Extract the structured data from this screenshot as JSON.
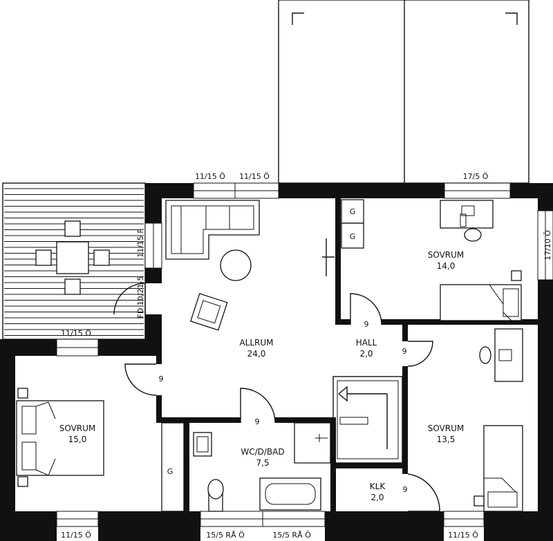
{
  "rooms": {
    "allrum": {
      "name": "ALLRUM",
      "area": "24,0"
    },
    "hall": {
      "name": "HALL",
      "area": "2,0"
    },
    "sovrum_ne": {
      "name": "SOVRUM",
      "area": "14,0"
    },
    "sovrum_w": {
      "name": "SOVRUM",
      "area": "15,0"
    },
    "sovrum_se": {
      "name": "SOVRUM",
      "area": "13,5"
    },
    "wc": {
      "name": "WC/D/BAD",
      "area": "7,5"
    },
    "klk": {
      "name": "KLK",
      "area": "2,0"
    }
  },
  "windows": {
    "top_left": "11/15 Ö",
    "top_center": "11/15 Ö",
    "top_right": "17/5 Ö",
    "east": "17/10 Ö",
    "deck_west": "11/15 F",
    "deck_bottom": "11/15 Ö",
    "bottom_left": "11/15 Ö",
    "bottom_center_1": "15/5 RÅ Ö",
    "bottom_center_2": "15/5 RÅ Ö",
    "bottom_right": "11/15 Ö"
  },
  "door_label": "FD 10/21-5",
  "door_widths": {
    "hall_top": "9",
    "hall_right": "9",
    "allrum_left": "9",
    "wc": "9",
    "klk": "9"
  },
  "cabinets": {
    "g_top": "G",
    "g_mid": "G",
    "g_left": "G"
  },
  "colors": {
    "wall": "#111111",
    "background": "#ffffff"
  }
}
